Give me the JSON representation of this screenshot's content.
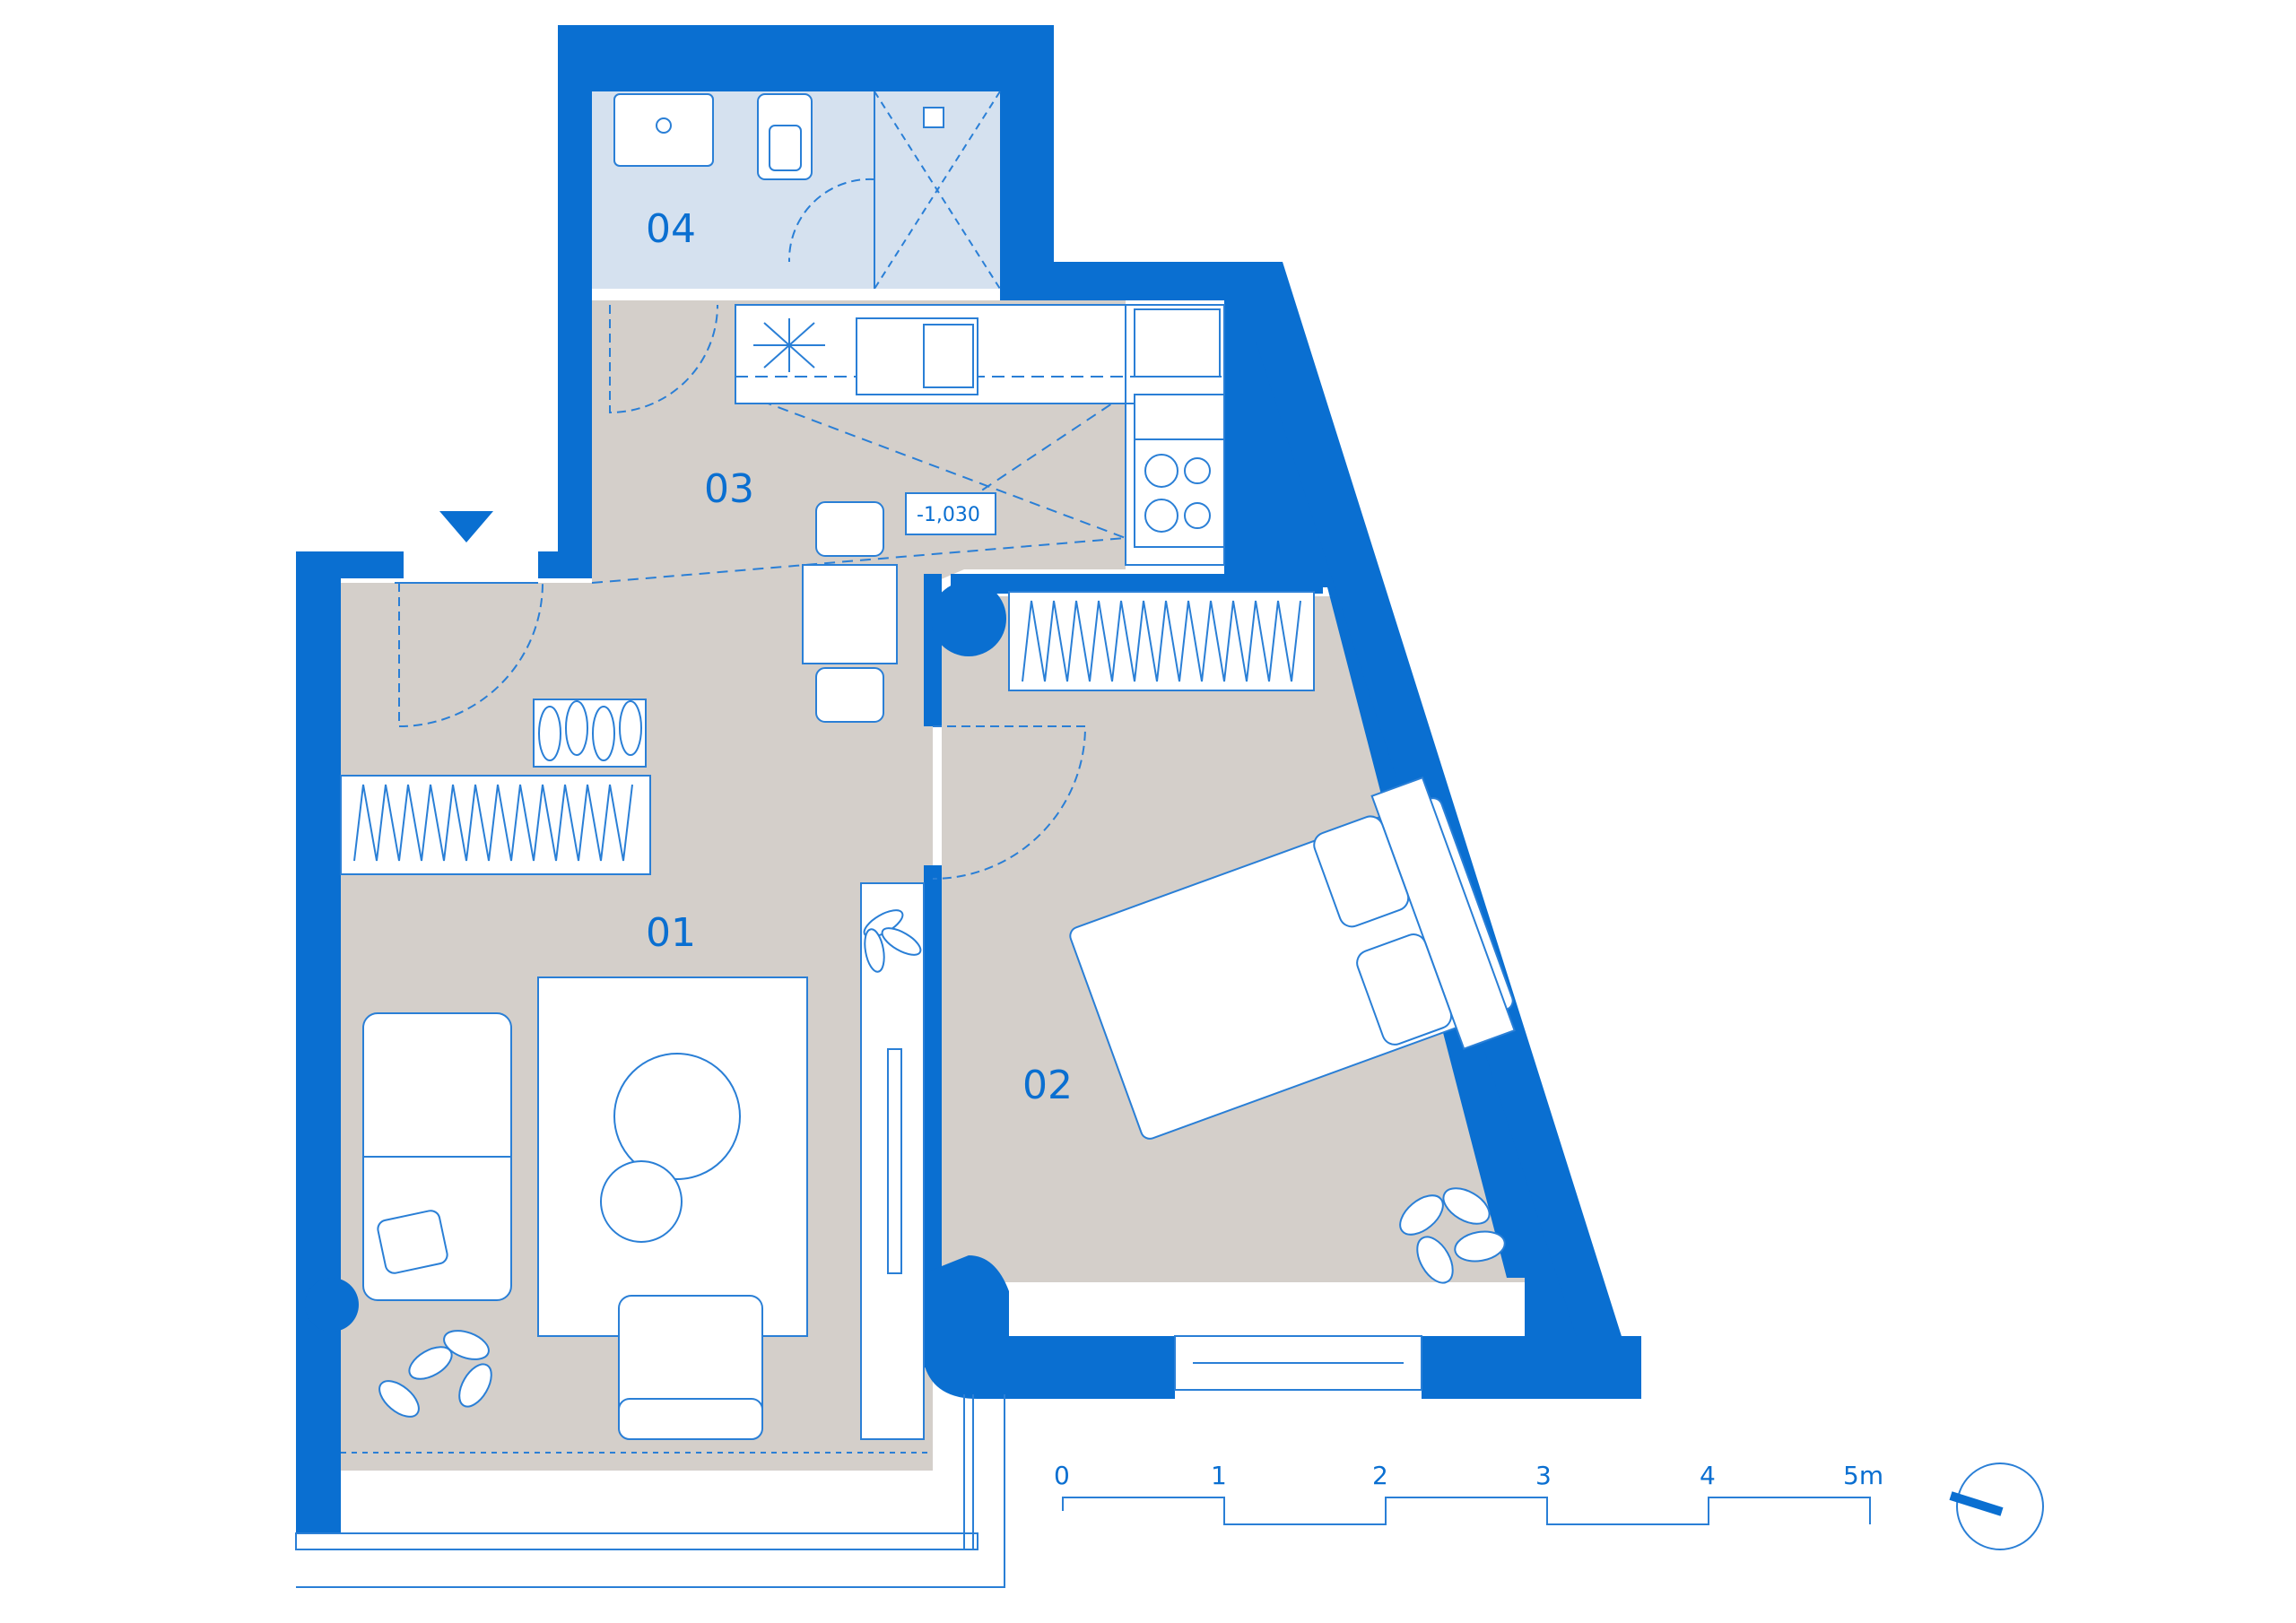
{
  "rooms": [
    {
      "id": "01",
      "label": "01"
    },
    {
      "id": "02",
      "label": "02"
    },
    {
      "id": "03",
      "label": "03"
    },
    {
      "id": "04",
      "label": "04"
    }
  ],
  "level_marker": "-1,030",
  "scale_bar": {
    "ticks": [
      "0",
      "1",
      "2",
      "3",
      "4",
      "5m"
    ]
  },
  "colors": {
    "wall": "#0a6fd1",
    "floor": "#d4cfca",
    "bathroom_floor": "#d5e1ef",
    "line": "#2a7fd6"
  },
  "icons": [
    "entrance-arrow-icon",
    "north-compass-icon",
    "plant-icon",
    "sink-icon",
    "toilet-icon",
    "shower-drain-icon",
    "stove-icon"
  ]
}
